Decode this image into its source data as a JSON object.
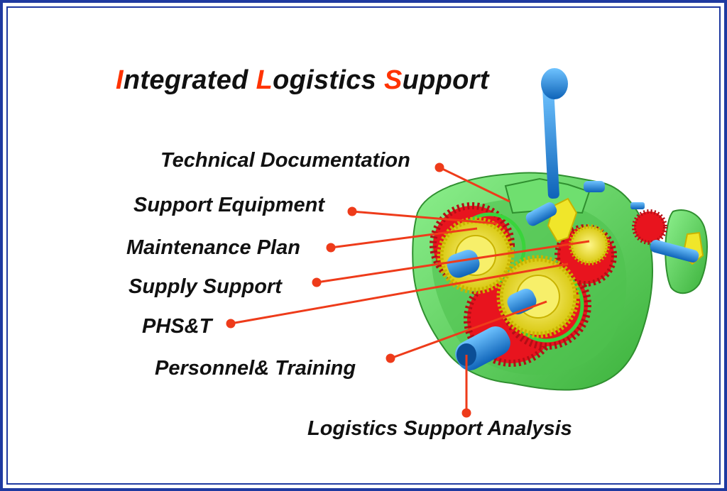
{
  "title": {
    "parts": [
      {
        "text": "I",
        "accent": true
      },
      {
        "text": "ntegrated ",
        "accent": false
      },
      {
        "text": "L",
        "accent": true
      },
      {
        "text": "ogistics ",
        "accent": false
      },
      {
        "text": "S",
        "accent": true
      },
      {
        "text": "upport",
        "accent": false
      }
    ]
  },
  "labels": [
    "Technical Documentation",
    "Support Equipment",
    "Maintenance Plan",
    "Supply Support",
    "PHS&T",
    "Personnel& Training",
    "Logistics Support Analysis"
  ],
  "colors": {
    "frame": "#1f3aa0",
    "accent": "#ff3300",
    "leader": "#ee3b1a",
    "housing": "#5fd35f",
    "gear_red": "#e8141e",
    "gear_yellow": "#f0e62a",
    "shaft_blue": "#1e8ee6"
  },
  "illustration": "gearbox-cutaway"
}
